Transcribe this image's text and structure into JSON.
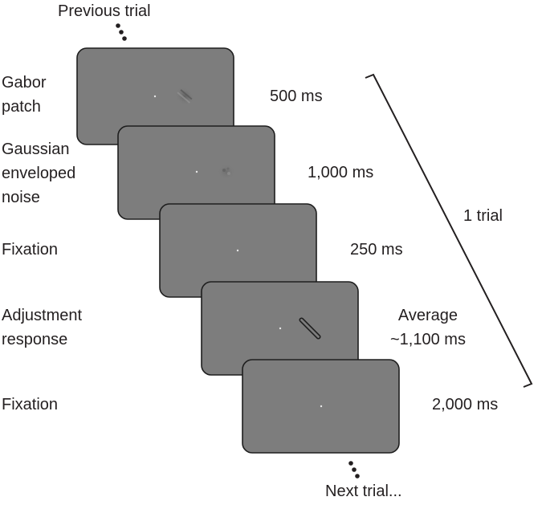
{
  "navigation": {
    "previous": "Previous trial",
    "next": "Next trial..."
  },
  "trial_bracket_label": "1 trial",
  "stages": [
    {
      "name": "stage-gabor-patch",
      "label_lines": [
        "Gabor",
        "patch"
      ],
      "duration_lines": [
        "500 ms"
      ],
      "stimulus": "gabor-patch"
    },
    {
      "name": "stage-gaussian-noise",
      "label_lines": [
        "Gaussian",
        "enveloped",
        "noise"
      ],
      "duration_lines": [
        "1,000 ms"
      ],
      "stimulus": "gaussian-noise"
    },
    {
      "name": "stage-fixation-1",
      "label_lines": [
        "Fixation"
      ],
      "duration_lines": [
        "250 ms"
      ],
      "stimulus": "fixation-only"
    },
    {
      "name": "stage-adjustment-response",
      "label_lines": [
        "Adjustment",
        "response"
      ],
      "duration_lines": [
        "Average",
        "~1,100 ms"
      ],
      "stimulus": "oriented-bar"
    },
    {
      "name": "stage-fixation-2",
      "label_lines": [
        "Fixation"
      ],
      "duration_lines": [
        "2,000 ms"
      ],
      "stimulus": "fixation-only"
    }
  ],
  "colors": {
    "screen_fill": "#7d7d7d",
    "screen_border": "#1e1e1e",
    "text": "#231f20",
    "fixation_dot": "#e8e8e8"
  }
}
